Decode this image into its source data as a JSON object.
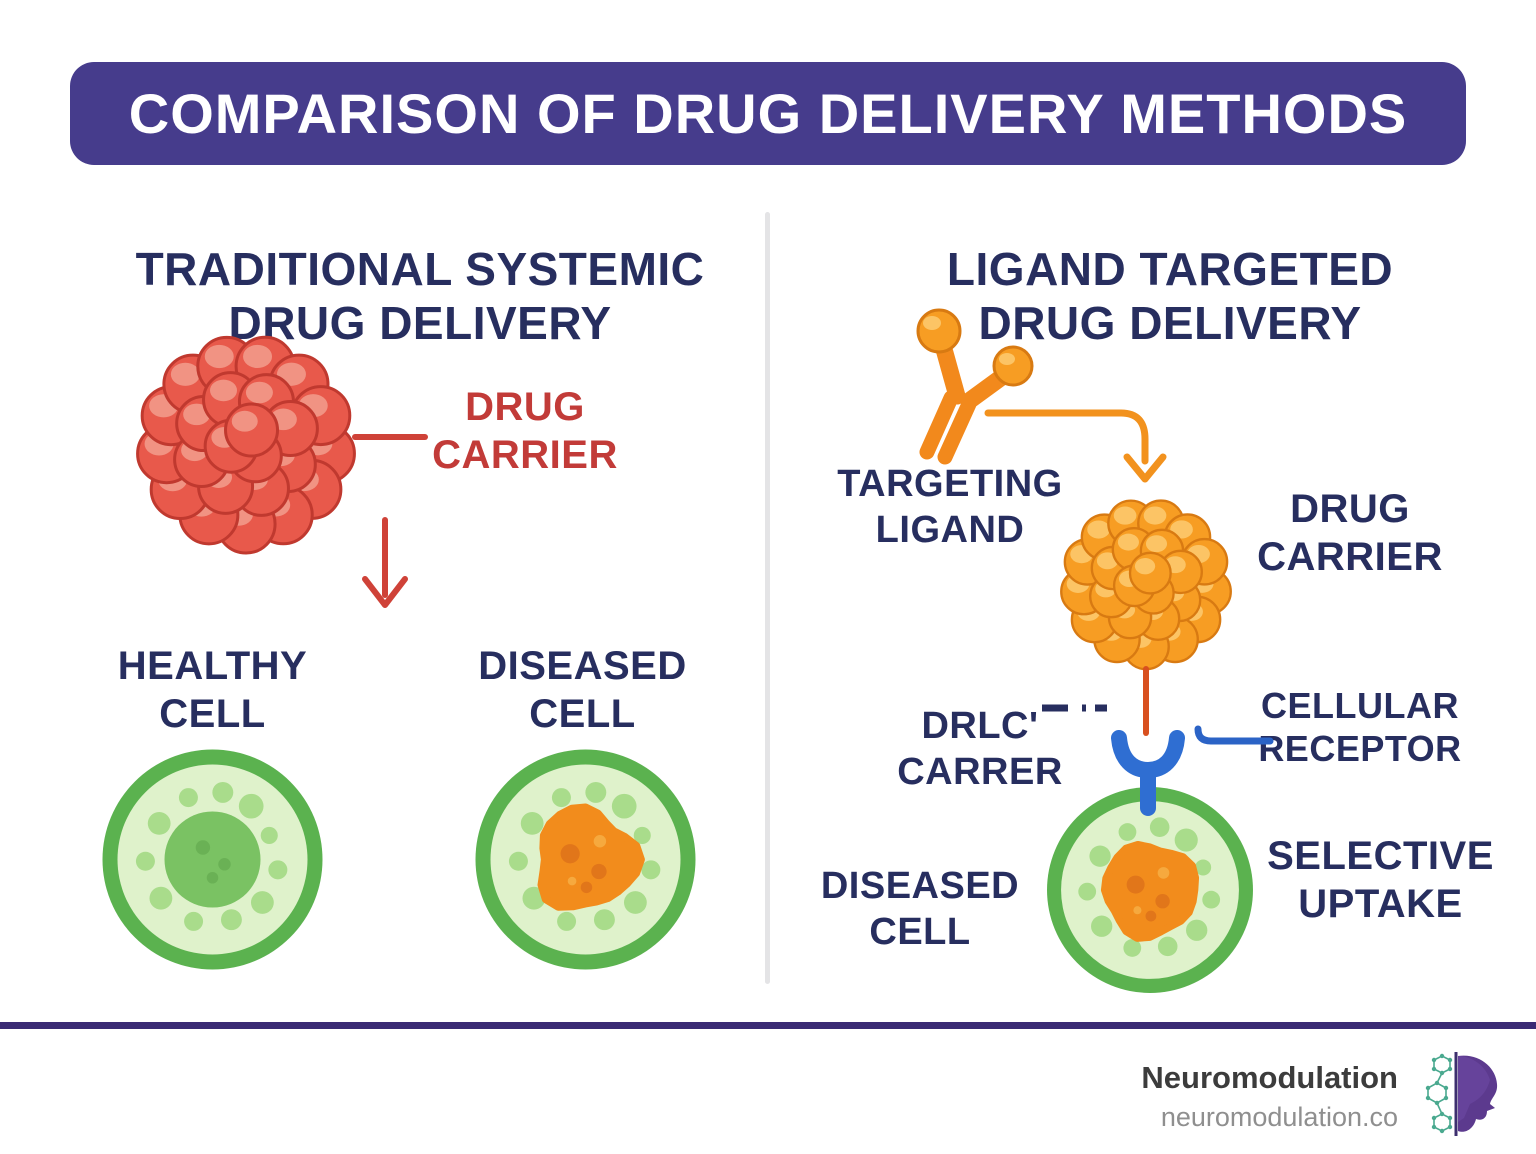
{
  "title": "COMPARISON OF DRUG DELIVERY METHODS",
  "left_section": {
    "heading_line1": "TRADITIONAL SYSTEMIC",
    "heading_line2": "DRUG DELIVERY",
    "drug_carrier_line1": "DRUG",
    "drug_carrier_line2": "CARRIER",
    "healthy_cell_line1": "HEALTHY",
    "healthy_cell_line2": "CELL",
    "diseased_cell_line1": "DISEASED",
    "diseased_cell_line2": "CELL"
  },
  "right_section": {
    "heading_line1": "LIGAND TARGETED",
    "heading_line2": "DRUG DELIVERY",
    "targeting_ligand_line1": "TARGETING",
    "targeting_ligand_line2": "LIGAND",
    "drug_carrier_line1": "DRUG",
    "drug_carrier_line2": "CARRIER",
    "drug_carrier_lower_line1": "DRLC'",
    "drug_carrier_lower_line2": "CARRER",
    "cellular_receptor_line1": "CELLULAR",
    "cellular_receptor_line2": "RECEPTOR",
    "diseased_cell_line1": "DISEASED",
    "diseased_cell_line2": "CELL",
    "selective_uptake_line1": "SELECTIVE",
    "selective_uptake_line2": "UPTAKE"
  },
  "footer": {
    "brand": "Neuromodulation",
    "website": "neuromodulation.co"
  },
  "icons": {
    "red-drug-carrier-icon": "sphere-cluster",
    "orange-drug-carrier-icon": "sphere-cluster",
    "targeting-ligand-icon": "antibody-y-shape",
    "cellular-receptor-icon": "y-receptor",
    "healthy-cell-icon": "green-cell-green-nucleus",
    "diseased-cell-icon": "green-cell-orange-nucleus",
    "down-arrow-icon": "arrow-down",
    "elbow-arrow-icon": "arrow-right-then-down",
    "brand-logo-icon": "head-profile-with-molecules"
  },
  "colors": {
    "banner_background": "#463c8c",
    "heading_navy": "#272e5f",
    "drug_carrier_red": "#c23b38",
    "carrier_sphere_red": "#e8594b",
    "carrier_sphere_orange": "#f79d23",
    "ligand_orange": "#f2921e",
    "cell_membrane_green": "#5bb24f",
    "cell_cytoplasm": "#dff2cb",
    "healthy_nucleus_green": "#7ac263",
    "diseased_nucleus_orange": "#f28c1c",
    "receptor_blue": "#2f6ed2",
    "bottom_rule_purple": "#3a2a74",
    "divider_gray": "#e4e4e6"
  }
}
